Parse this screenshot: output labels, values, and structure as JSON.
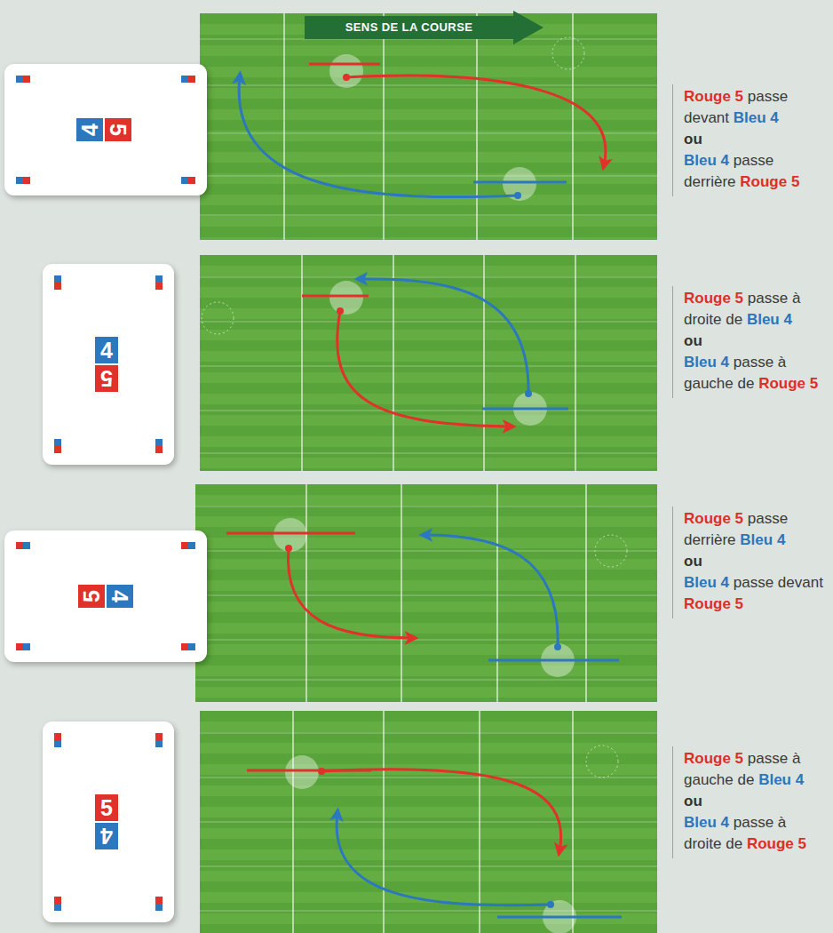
{
  "diagram": {
    "nodes": [
      {
        "text": [
          "SENS DE LA COURSE"
        ]
      },
      {
        "text": [
          "4",
          "5"
        ]
      },
      {
        "text": [
          "4",
          "5"
        ]
      },
      {
        "text": [
          "5",
          "4"
        ]
      },
      {
        "text": [
          "5",
          "4"
        ]
      }
    ],
    "labels": [
      "Rouge 5",
      "passe devant",
      "Bleu 4",
      "ou",
      "Bleu 4",
      "passe derrière",
      "Rouge 5",
      "Rouge 5",
      "passe à droite de",
      "Bleu 4",
      "ou",
      "Bleu 4",
      "passe à gauche de",
      "Rouge 5",
      "Rouge 5",
      "passe derrière",
      "Bleu 4",
      "ou",
      "Bleu 4",
      "passe devant",
      "Rouge 5",
      "Rouge 5",
      "passe à gauche de",
      "Bleu 4",
      "ou",
      "Bleu 4",
      "passe à droite de",
      "Rouge 5"
    ]
  }
}
